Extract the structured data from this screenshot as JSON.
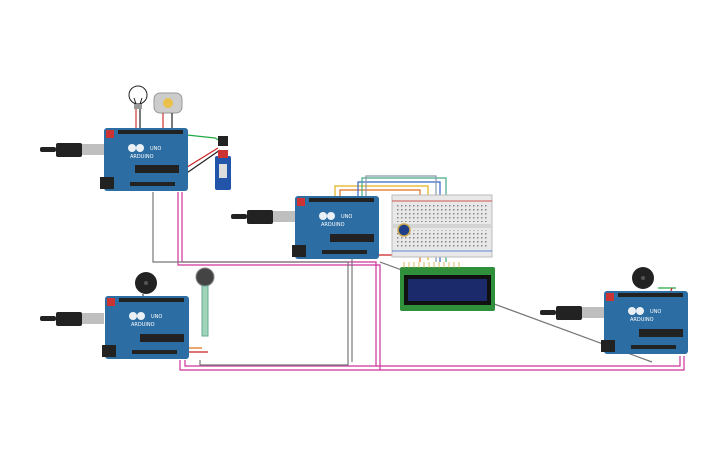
{
  "colors": {
    "board": "#2c6da3",
    "board_dark": "#1f5b8c",
    "wire_magenta": "#cc3399",
    "wire_gray": "#666666",
    "wire_green": "#22aa44",
    "wire_red": "#cc2222",
    "wire_yellow": "#e2b21a",
    "wire_blue": "#3366cc",
    "wire_orange": "#e07020",
    "lcd_screen": "#1a2a6b",
    "lcd_pcb": "#2f8f3a"
  },
  "boards": [
    {
      "id": "uno-1",
      "label": "UNO",
      "brand": "ARDUINO"
    },
    {
      "id": "uno-2",
      "label": "UNO",
      "brand": "ARDUINO"
    },
    {
      "id": "uno-3",
      "label": "UNO",
      "brand": "ARDUINO"
    },
    {
      "id": "uno-4",
      "label": "UNO",
      "brand": "ARDUINO"
    }
  ],
  "components": {
    "bulb": "light-bulb-icon",
    "motor": "dc-motor-icon",
    "servo": "servo-icon",
    "buzzer": "piezo-buzzer-icon",
    "force_sensor": "force-sensor-icon",
    "lcd": "lcd-16x2",
    "breadboard": "breadboard",
    "potentiometer": "potentiometer-icon"
  }
}
